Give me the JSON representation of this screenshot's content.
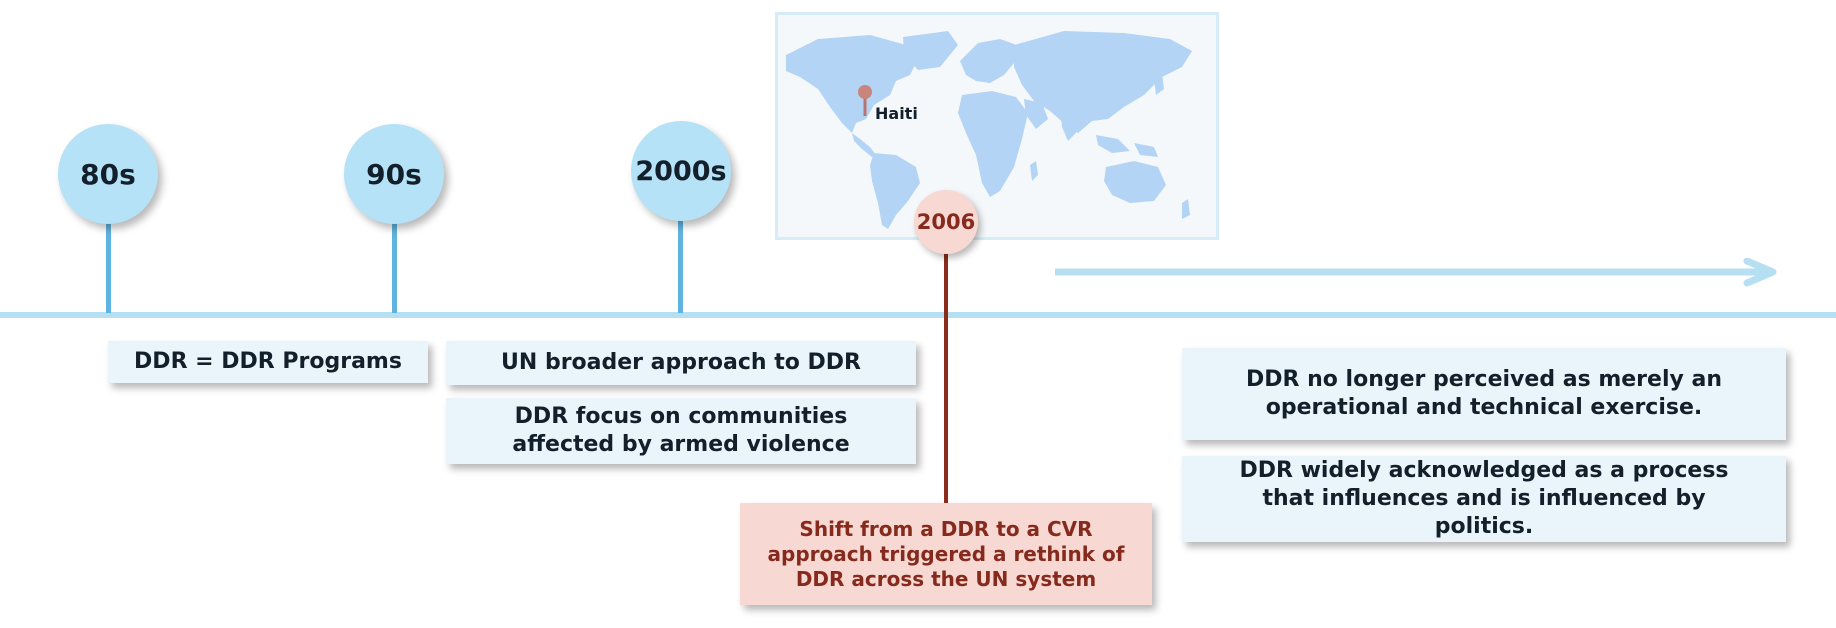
{
  "timeline": {
    "eras": [
      {
        "label": "80s"
      },
      {
        "label": "90s"
      },
      {
        "label": "2000s"
      }
    ],
    "milestone": {
      "year": "2006",
      "location": "Haiti"
    }
  },
  "boxes": {
    "ddr_programs": "DDR = DDR Programs",
    "un_broader": "UN broader approach to DDR",
    "communities": "DDR focus on communities affected by armed violence",
    "shift": "Shift from a DDR to a CVR approach triggered a rethink of DDR across the UN system",
    "not_technical": "DDR no longer perceived as merely an operational and technical exercise.",
    "politics": "DDR widely acknowledged as a process that influences and is influenced by politics."
  },
  "colors": {
    "axis": "#b7dff2",
    "era_circle": "#b5e2f6",
    "stem": "#5fb3e0",
    "box_fill": "#eaf5fb",
    "highlight_fill": "#f7d8d2",
    "highlight_text": "#852a1c",
    "map_land": "#b3d4f5"
  },
  "icons": {
    "map": "world-map-icon",
    "pin": "map-pin-icon",
    "arrow": "arrow-right-icon"
  }
}
